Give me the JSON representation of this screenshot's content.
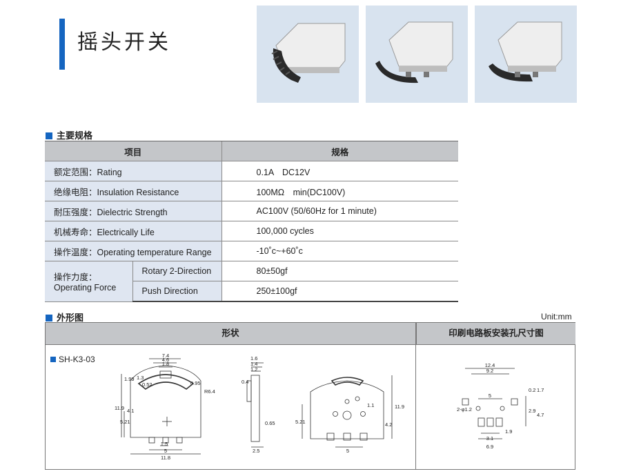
{
  "page_title": "摇头开关",
  "spec_section": {
    "heading": "主要规格"
  },
  "spec_table": {
    "headers": [
      "项目",
      "规格"
    ],
    "rows": [
      {
        "label": "额定范围：Rating",
        "value": "0.1A　DC12V"
      },
      {
        "label": "绝缘电阻：Insulation Resistance",
        "value": "100MΩ　min(DC100V)"
      },
      {
        "label": "耐压强度：Dielectric Strength",
        "value": "AC100V (50/60Hz for 1 minute)"
      },
      {
        "label": "机械寿命：Electrically Life",
        "value": "100,000 cycles"
      },
      {
        "label": "操作温度：Operating temperature Range",
        "value": "-10˚c~+60˚c"
      }
    ],
    "force": {
      "label_cn": "操作力度：",
      "label_en": "Operating Force",
      "sub_rows": [
        {
          "label": "Rotary 2-Direction",
          "value": "80±50gf"
        },
        {
          "label": "Push Direction",
          "value": "250±100gf"
        }
      ]
    }
  },
  "outline_section": {
    "heading": "外形图",
    "unit": "Unit:mm",
    "col_shape": "形状",
    "col_pcb": "印刷电路板安装孔尺寸图",
    "model": "SH-K3-03"
  },
  "dims": {
    "d74": "7.4",
    "d46": "4.6",
    "d18": "1.8",
    "d199": "1.99",
    "d13": "1.3",
    "d052": "0.52",
    "d095": "0.95",
    "r64": "R6.4",
    "d119": "11.9",
    "d521": "5.21",
    "d41": "4.1",
    "d15": "1.5",
    "d5": "5",
    "d118": "11.8",
    "d16": "1.6",
    "d14": "1.4",
    "d12": "1.2",
    "d04": "0.4",
    "d065": "0.65",
    "d25": "2.5",
    "d42": "4.2",
    "d11": "1.1",
    "p124": "12.4",
    "p92": "9.2",
    "p5": "5",
    "p02": "0.2",
    "p17": "1.7",
    "p2phi": "2-φ1.2",
    "p29": "2.9",
    "p47": "4.7",
    "p19": "1.9",
    "p31": "3.1",
    "p69": "6.9"
  },
  "colors": {
    "accent": "#1565c0",
    "header_gray": "#c4c6c9",
    "label_blue": "#dfe6f1",
    "photo_bg": "#d8e3ef"
  }
}
